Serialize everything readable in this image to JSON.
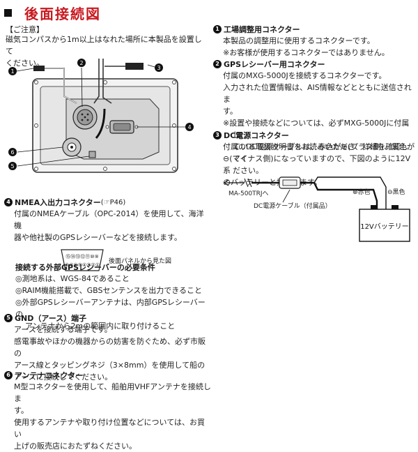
{
  "title": "後面接続図",
  "note": {
    "heading": "【ご注意】",
    "lines": [
      "磁気コンパスから1m以上はなれた場所に本製品を設置して",
      "ください。"
    ]
  },
  "callouts": [
    "1",
    "2",
    "3",
    "4",
    "5",
    "6"
  ],
  "section4": {
    "num": "4",
    "heading": "NMEA入出力コネクター",
    "ref": "(☞P46)",
    "lines": [
      "付属のNMEAケーブル（OPC-2014）を使用して、海洋機",
      "器や他社製のGPSレシーバーなどを接続します。"
    ],
    "pins_row1": "⑮⑭⑬⑫⑪⑩⑨",
    "pins_row2": "⑧⑦⑥⑤④③②①",
    "rear_caption": "後面パネルから見た図"
  },
  "gps_conditions": {
    "heading": "接続する外部GPSレシーバーの必要条件",
    "items": [
      "◎測地系は、WGS-84であること",
      "◎RAIM機能搭載で、GBSセンテンスを出力できること",
      "◎外部GPSレシーバーアンテナは、内部GPSレシーバーの",
      "アンテナから2mの範囲内に取り付けること"
    ]
  },
  "section5": {
    "num": "5",
    "heading": "GND（アース）端子",
    "lines": [
      "アースを接続する端子です。",
      "感電事故やほかの機器からの妨害を防ぐため、必ず市販の",
      "アース線とタッピングネジ（3×8mm）を使用して船の",
      "アースに接続してください。"
    ]
  },
  "section6": {
    "num": "6",
    "heading": "アンテナコネクター",
    "lines": [
      "M型コネクターを使用して、船舶用VHFアンテナを接続しま",
      "す。",
      "使用するアンテナや取り付け位置などについては、お買い",
      "上げの販売店におたずねください。"
    ]
  },
  "section1": {
    "num": "1",
    "heading": "工場調整用コネクター",
    "lines": [
      "本製品の調整用に使用するコネクターです。",
      "※お客様が使用するコネクターではありません。"
    ]
  },
  "section2": {
    "num": "2",
    "heading": "GPSレシーバー用コネクター",
    "lines": [
      "付属のMXG-5000Jを接続するコネクターです。",
      "入力された位置情報は、AIS情報などとともに送信されま",
      "す。"
    ],
    "note_lines": [
      "※設置や接続などについては、必ずMXG-5000Jに付属し",
      "ている取扱説明書をお読みいただき、詳細を確認してく",
      "ださい。"
    ]
  },
  "section3": {
    "num": "3",
    "heading": "DC電源コネクター",
    "lines": [
      "付属のDC電源ケーブルは、赤色が⊕(プラス側)、黒色が",
      "⊖(マイナス側)になっていますので、下図のように12V系",
      "のバッテリーと接続します。"
    ]
  },
  "dc_diagram": {
    "to_label": "MA-500TRJへ",
    "cable_label": "DC電源ケーブル（付属品）",
    "plus_label": "⊕赤色",
    "minus_label": "⊖黒色",
    "battery_label": "12Vバッテリー"
  }
}
